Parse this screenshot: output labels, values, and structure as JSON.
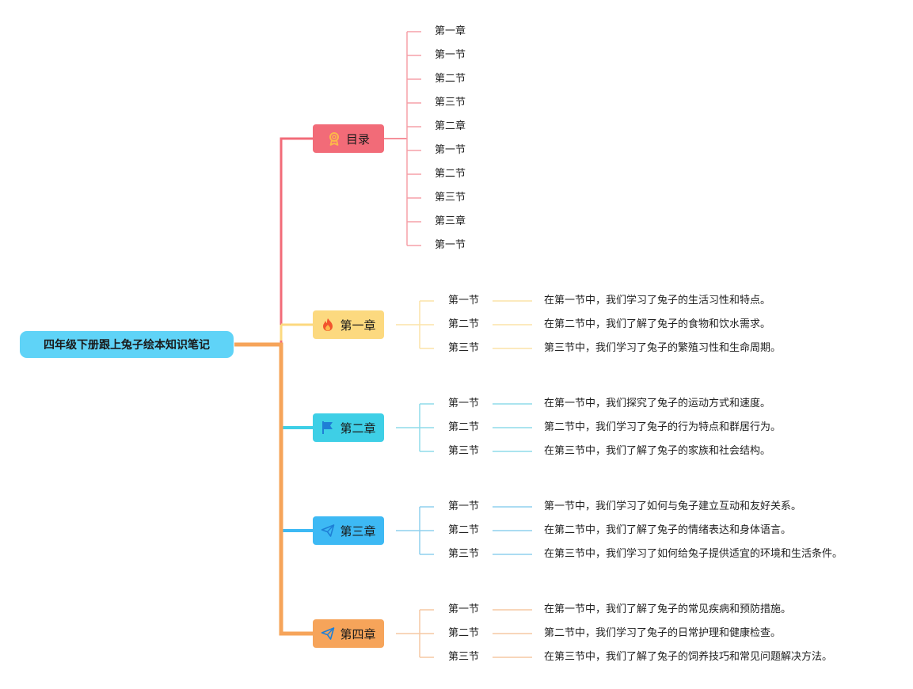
{
  "root": {
    "label": "四年级下册跟上兔子绘本知识笔记"
  },
  "toc": {
    "label": "目录",
    "icon": "award-ribbon-icon",
    "color": "#f26b78",
    "items": [
      "第一章",
      "第一节",
      "第二节",
      "第三节",
      "第二章",
      "第一节",
      "第二节",
      "第三节",
      "第三章",
      "第一节"
    ]
  },
  "chapters": [
    {
      "label": "第一章",
      "icon": "fire-icon",
      "color": "#fcd97f",
      "sections": [
        {
          "label": "第一节",
          "note": "在第一节中，我们学习了兔子的生活习性和特点。"
        },
        {
          "label": "第二节",
          "note": "在第二节中，我们了解了兔子的食物和饮水需求。"
        },
        {
          "label": "第三节",
          "note": "第三节中，我们学习了兔子的繁殖习性和生命周期。"
        }
      ]
    },
    {
      "label": "第二章",
      "icon": "flag-icon",
      "color": "#3ecfe6",
      "sections": [
        {
          "label": "第一节",
          "note": "在第一节中，我们探究了兔子的运动方式和速度。"
        },
        {
          "label": "第二节",
          "note": "第二节中，我们学习了兔子的行为特点和群居行为。"
        },
        {
          "label": "第三节",
          "note": "在第三节中，我们了解了兔子的家族和社会结构。"
        }
      ]
    },
    {
      "label": "第三章",
      "icon": "paper-plane-icon",
      "color": "#3db9f4",
      "sections": [
        {
          "label": "第一节",
          "note": "第一节中，我们学习了如何与兔子建立互动和友好关系。"
        },
        {
          "label": "第二节",
          "note": "在第二节中，我们了解了兔子的情绪表达和身体语言。"
        },
        {
          "label": "第三节",
          "note": "在第三节中，我们学习了如何给兔子提供适宜的环境和生活条件。"
        }
      ]
    },
    {
      "label": "第四章",
      "icon": "paper-plane-icon",
      "color": "#f6a45a",
      "sections": [
        {
          "label": "第一节",
          "note": "在第一节中，我们了解了兔子的常见疾病和预防措施。"
        },
        {
          "label": "第二节",
          "note": "第二节中，我们学习了兔子的日常护理和健康检查。"
        },
        {
          "label": "第三节",
          "note": "在第三节中，我们了解了兔子的饲养技巧和常见问题解决方法。"
        }
      ]
    }
  ]
}
